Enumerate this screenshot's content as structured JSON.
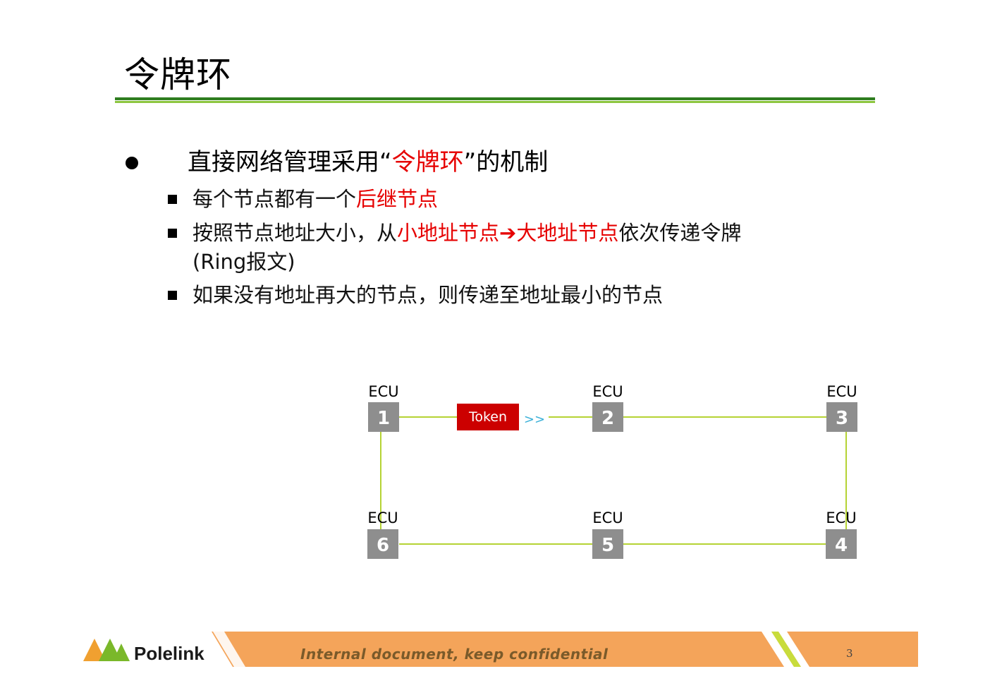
{
  "slide": {
    "title": "令牌环",
    "main_bullet": {
      "prefix": "直接网络管理采用“",
      "highlight": "令牌环",
      "suffix": "”的机制"
    },
    "sub_bullets": [
      {
        "parts": [
          {
            "text": "每个节点都有一个",
            "red": false
          },
          {
            "text": "后继节点",
            "red": true
          }
        ]
      },
      {
        "parts": [
          {
            "text": "按照节点地址大小，从",
            "red": false
          },
          {
            "text": "小地址节点➔大地址节点",
            "red": true
          },
          {
            "text": "依次传递令牌",
            "red": false
          }
        ],
        "continuation": "(Ring报文)"
      },
      {
        "parts": [
          {
            "text": "如果没有地址再大的节点，则传递至地址最小的节点",
            "red": false
          }
        ]
      }
    ]
  },
  "diagram": {
    "node_label": "ECU",
    "nodes": [
      "1",
      "2",
      "3",
      "4",
      "5",
      "6"
    ],
    "token_label": "Token",
    "token_arrow": ">>"
  },
  "footer": {
    "brand": "Polelink",
    "notice": "Internal document, keep confidential",
    "page": "3"
  },
  "colors": {
    "accent_red": "#e60000",
    "rule_dark_green": "#2e7d1f",
    "rule_light_green": "#8cc63f",
    "node_gray": "#8e8e8e",
    "link_line": "#b5d334",
    "token_box": "#cc0000",
    "footer_orange": "#f4a45a"
  }
}
